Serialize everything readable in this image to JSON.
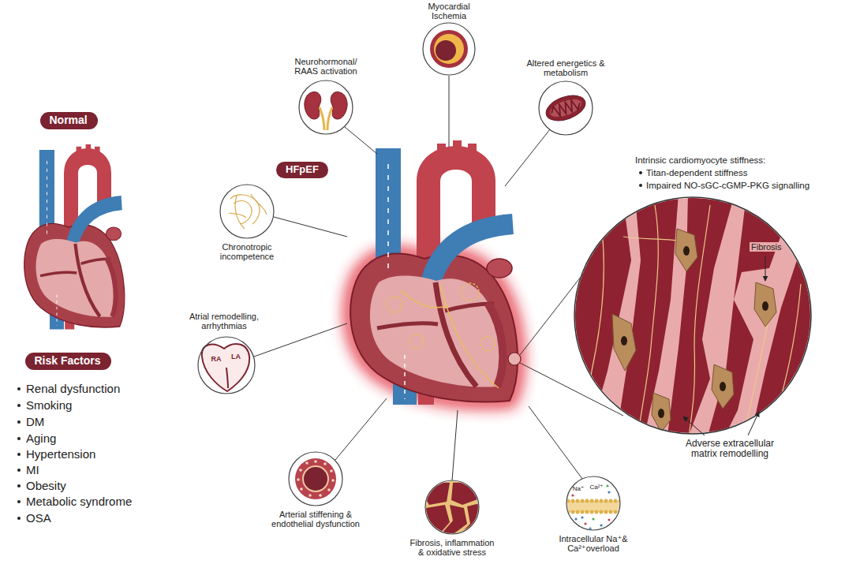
{
  "diagram": {
    "nodes": [
      {
        "text": [
          "Normal"
        ]
      },
      {
        "text": [
          "Myocardial Ischemia"
        ]
      },
      {
        "text": [
          "Neurohormonal/ RAAS activation"
        ]
      },
      {
        "text": [
          "Altered energetics & metabolism"
        ]
      },
      {
        "text": [
          "HFpEF"
        ]
      },
      {
        "text": [
          "Intrinsic cardiomyocyte stiffness:",
          "Titan-dependent stiffness",
          "Impaired NO-sGC-cGMP-PKG signalling"
        ]
      },
      {
        "text": [
          "Chronotropic incompetence"
        ]
      },
      {
        "text": [
          "Risk Factors"
        ]
      },
      {
        "text": [
          "Atrial remodelling, arrhythmias",
          "RA",
          "LA"
        ]
      },
      {
        "text": [
          "Arterial stiffening & endothelial dysfunction"
        ]
      },
      {
        "text": [
          "Fibrosis, inflammation & oxidative stress"
        ]
      },
      {
        "text": [
          "Intracellular Na⁺& Ca²⁺overload",
          "Na⁺",
          "Ca²⁺"
        ]
      }
    ],
    "labels": [
      "Renal dysfunction",
      "Smoking",
      "DM",
      "Aging",
      "Hypertension",
      "MI",
      "Obesity",
      "Metabolic syndrome",
      "OSA",
      "Fibrosis",
      "Adverse extracellular matrix remodelling"
    ]
  }
}
